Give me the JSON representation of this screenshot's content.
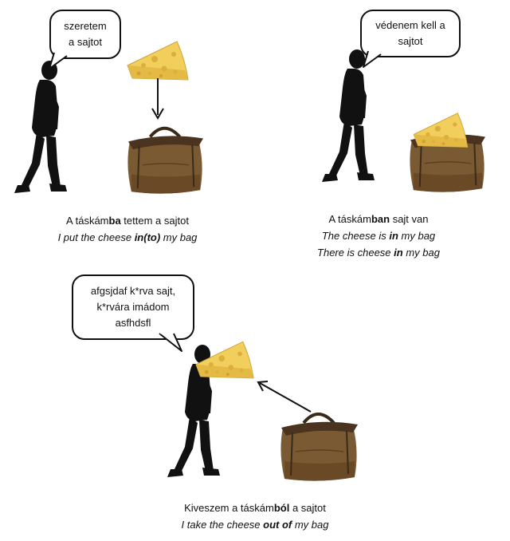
{
  "panels": [
    {
      "bubble": [
        "szeretem",
        "a sajtot"
      ],
      "caption_hu": {
        "pre": "A táskám",
        "bold": "ba",
        "post": " tettem a sajtot"
      },
      "caption_en": {
        "pre": "I put the cheese ",
        "bold": "in(to)",
        "post": " my bag"
      }
    },
    {
      "bubble": [
        "védenem kell a",
        "sajtot"
      ],
      "caption_hu": {
        "pre": "A táskám",
        "bold": "ban",
        "post": " sajt van"
      },
      "caption_en": {
        "pre": "The cheese is ",
        "bold": "in",
        "post": " my bag"
      },
      "caption_en2": {
        "pre": "There is cheese ",
        "bold": "in",
        "post": " my bag"
      }
    },
    {
      "bubble": [
        "afgsjdaf k*rva sajt,",
        "k*rvára imádom",
        "asfhdsfl"
      ],
      "caption_hu": {
        "pre": "Kiveszem a táskám",
        "bold": "ból",
        "post": " a sajtot"
      },
      "caption_en": {
        "pre": "I take the cheese ",
        "bold": "out of",
        "post": " my bag"
      }
    }
  ],
  "colors": {
    "silhouette": "#111111",
    "cheese": "#f2cf5c",
    "bag": "#7a5a32"
  }
}
